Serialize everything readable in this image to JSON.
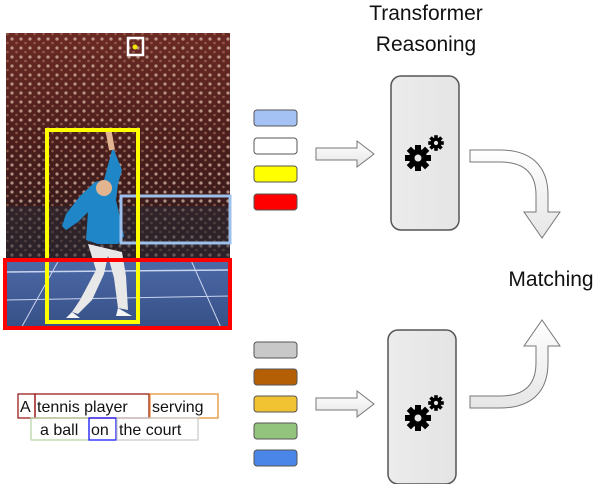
{
  "transformer": {
    "line1": "Transformer",
    "line2": "Reasoning"
  },
  "matching": "Matching",
  "caption": {
    "w1": "A",
    "w2": "tennis player",
    "w3": "serving",
    "w4": "a ball",
    "w5": "on",
    "w6": "the court"
  },
  "image_regions": [
    {
      "name": "ball",
      "color": "#ffffff"
    },
    {
      "name": "player",
      "color": "#ffff00"
    },
    {
      "name": "spectators",
      "color": "#9ec0ec"
    },
    {
      "name": "court",
      "color": "#ff0000"
    }
  ],
  "image_tokens": [
    "#a4c2f4",
    "#ffffff",
    "#ffff00",
    "#ff0000"
  ],
  "text_tokens": [
    "#c8c8c8",
    "#b45f06",
    "#f1c232",
    "#93c47d",
    "#4a86e8"
  ],
  "caption_colors": {
    "w1": "#9b1c1c",
    "w2": "#9b1c1c",
    "w3": "#e69138",
    "w4": "#b6d7a8",
    "w5": "#1c1cff",
    "w6": "#cccccc"
  },
  "icons": [
    "gears-icon",
    "gears-icon",
    "arrow-right-icon",
    "arrow-curved-down-icon",
    "arrow-curved-up-icon"
  ]
}
